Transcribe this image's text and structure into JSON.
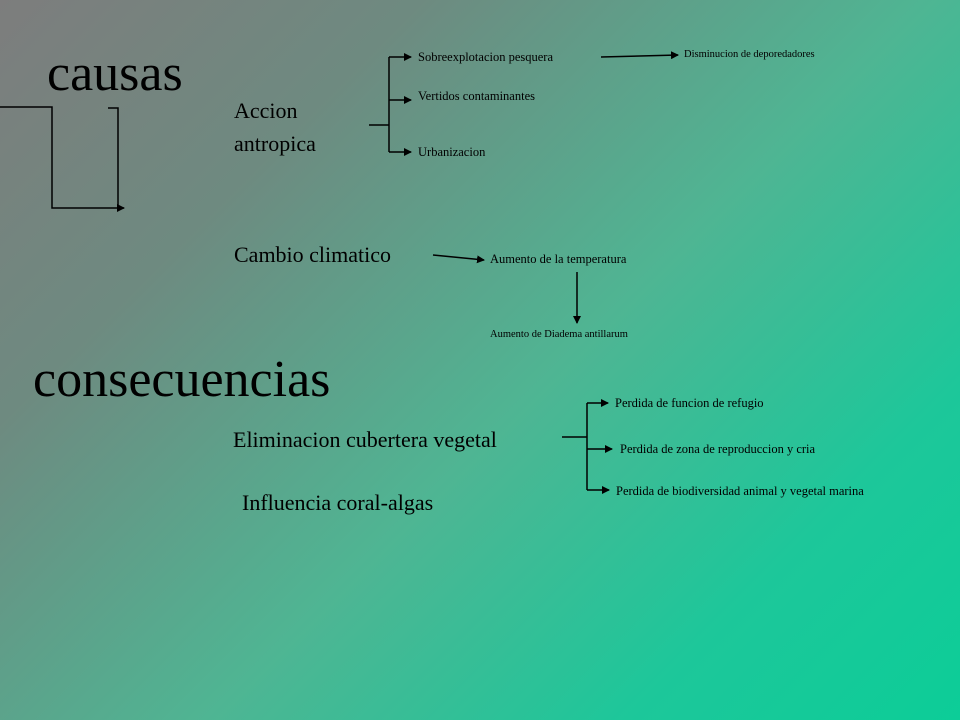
{
  "causas": {
    "title": "causas",
    "accion_antropica": {
      "label_line1": "Accion",
      "label_line2": "antropica",
      "items": [
        "Sobreexplotacion pesquera",
        "Vertidos contaminantes",
        "Urbanizacion"
      ],
      "sobreexplotacion_effect": "Disminucion de deporedadores"
    },
    "cambio_climatico": {
      "label": "Cambio climatico",
      "effect": "Aumento de la temperatura",
      "effect2": "Aumento de Diadema antillarum"
    }
  },
  "consecuencias": {
    "title": "consecuencias",
    "eliminacion": {
      "label": "Eliminacion cubertera vegetal",
      "items": [
        "Perdida de funcion de refugio",
        "Perdida de zona de reproduccion y cria",
        "Perdida de biodiversidad animal y vegetal marina"
      ]
    },
    "influencia": {
      "label": "Influencia coral-algas"
    }
  },
  "colors": {
    "gradient_start": "#7d7d7d",
    "gradient_end": "#0ccd98",
    "ink": "#000000"
  }
}
